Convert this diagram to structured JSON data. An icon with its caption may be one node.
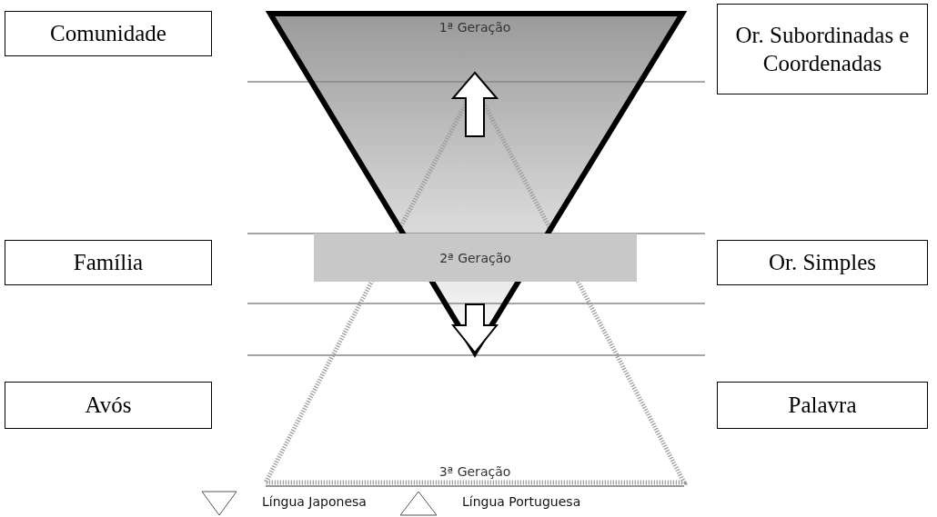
{
  "diagram": {
    "nodes": [
      {
        "text": [
          "Comunidade"
        ]
      },
      {
        "text": [
          "Or. Subordinadas e Coordenadas"
        ]
      },
      {
        "text": [
          "Família"
        ]
      },
      {
        "text": [
          "2ª Geração"
        ]
      },
      {
        "text": [
          "Or. Simples"
        ]
      },
      {
        "text": [
          "Avós"
        ]
      },
      {
        "text": [
          "Palavra"
        ]
      }
    ],
    "edges": [],
    "labels": [
      "1ª Geração",
      "3ª Geração"
    ],
    "legend": [
      {
        "text": "Língua Japonesa"
      },
      {
        "text": "Língua Portuguesa"
      }
    ]
  }
}
